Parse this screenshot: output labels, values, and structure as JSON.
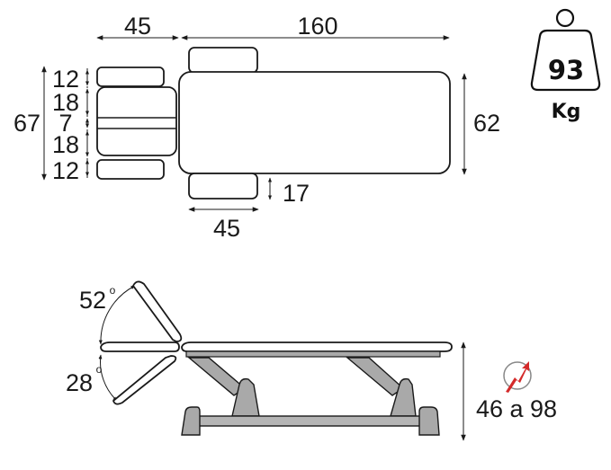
{
  "top_view": {
    "head_width": "45",
    "body_length": "160",
    "armrest_width": "45",
    "armrest_offset": "17",
    "body_width": "62",
    "total_width": "67",
    "head_sections": [
      "12",
      "18",
      "7",
      "18",
      "12"
    ]
  },
  "weight": {
    "value": "93",
    "unit": "Kg"
  },
  "side_view": {
    "angle_up": "52",
    "angle_down": "28",
    "degree_symbol": "o",
    "height_range": "46 a 98"
  },
  "colors": {
    "base_gray": "#a9a9a9",
    "outline": "#1a1a1a",
    "electric_red": "#d42a2a"
  }
}
